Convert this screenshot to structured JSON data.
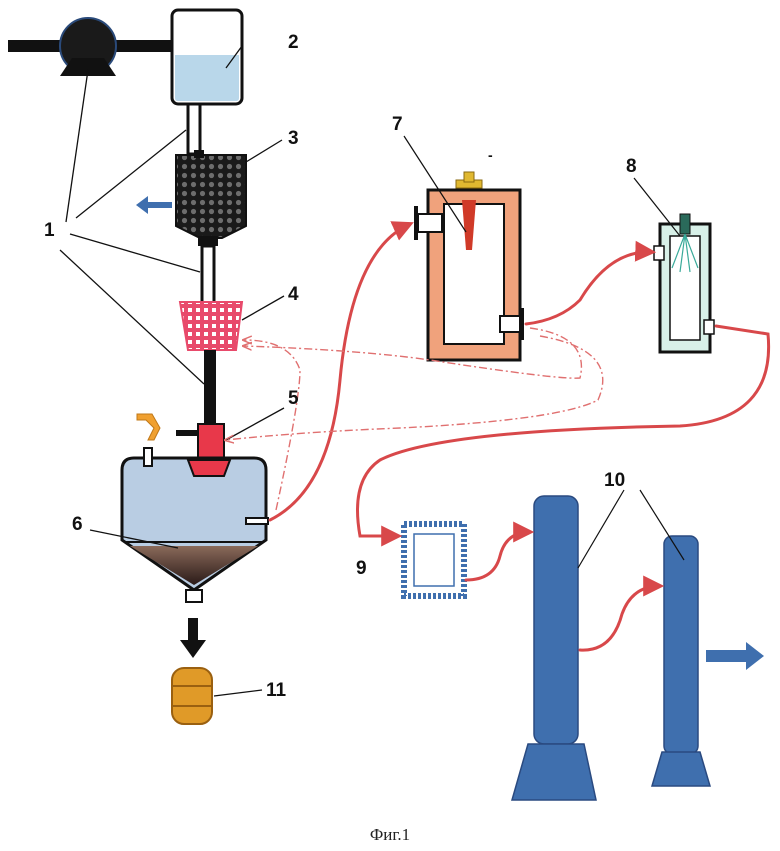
{
  "labels": {
    "l1": "1",
    "l2": "2",
    "l3": "3",
    "l4": "4",
    "l5": "5",
    "l6": "6",
    "l7": "7",
    "l8": "8",
    "l9": "9",
    "l10": "10",
    "l11": "11",
    "minus": "-"
  },
  "caption": "Фиг.1",
  "colors": {
    "pipe": "#111111",
    "blue": "#3f6fae",
    "red_line": "#d8484a",
    "red_dashed": "#e07070",
    "tank_liquid": "#b9d7ea",
    "reactor_fill": "#b9cde3",
    "heater_body": "#f0a27c",
    "filter_red": "#e84a6b",
    "barrel": "#e09a28",
    "arrow_orange": "#f0a030"
  }
}
